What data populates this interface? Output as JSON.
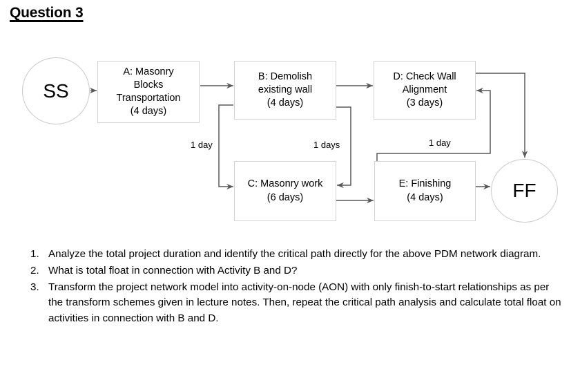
{
  "page": {
    "title": "Question 3"
  },
  "diagram": {
    "type": "pdm-network-diagram",
    "start_node": {
      "label": "SS",
      "name": "start-node"
    },
    "end_node": {
      "label": "FF",
      "name": "finish-node"
    },
    "nodes": [
      {
        "id": "A",
        "lines": [
          "A: Masonry",
          "Blocks",
          "Transportation",
          "(4 days)"
        ],
        "duration": "4 days"
      },
      {
        "id": "B",
        "lines": [
          "B: Demolish",
          "existing wall",
          "(4 days)"
        ],
        "duration": "4 days"
      },
      {
        "id": "D",
        "lines": [
          "D: Check Wall",
          "Alignment",
          "(3 days)"
        ],
        "duration": "3 days"
      },
      {
        "id": "C",
        "lines": [
          "C: Masonry work",
          "(6 days)"
        ],
        "duration": "6 days"
      },
      {
        "id": "E",
        "lines": [
          "E: Finishing",
          "(4 days)"
        ],
        "duration": "4 days"
      }
    ],
    "edge_labels": [
      {
        "id": "lag-a-c",
        "text": "1 day"
      },
      {
        "id": "lag-b-c",
        "text": "1 days"
      },
      {
        "id": "lag-e-d",
        "text": "1 day"
      }
    ],
    "colors": {
      "line": "#595959",
      "box_border": "#d2d2d2",
      "circle_border": "#c9c9c9",
      "background": "#ffffff"
    }
  },
  "questions": [
    {
      "number": "1.",
      "text": "Analyze the total project duration and identify the critical path directly for the above PDM network diagram."
    },
    {
      "number": "2.",
      "text": "What is total float in connection with Activity B and D?"
    },
    {
      "number": "3.",
      "text": "Transform the project network model into activity-on-node (AON) with only finish-to-start relationships as per the transform schemes given in lecture notes. Then, repeat the critical path analysis and calculate total float on activities in connection with B and D."
    }
  ]
}
